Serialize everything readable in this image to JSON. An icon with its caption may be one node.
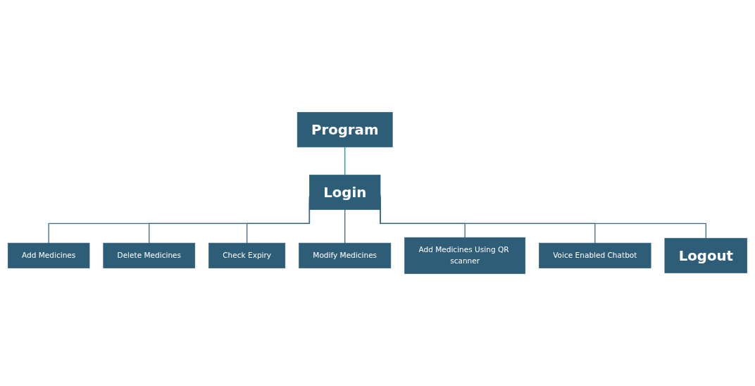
{
  "diagram": {
    "nodes": [
      {
        "text": [
          "Program"
        ]
      },
      {
        "text": [
          "Login"
        ]
      },
      {
        "text": [
          "Add Medicines"
        ]
      },
      {
        "text": [
          "Delete Medicines"
        ]
      },
      {
        "text": [
          "Check Expiry"
        ]
      },
      {
        "text": [
          "Modify Medicines"
        ]
      },
      {
        "text": [
          "Add Medicines Using QR scanner"
        ]
      },
      {
        "text": [
          "Voice Enabled Chatbot"
        ]
      },
      {
        "text": [
          "Logout"
        ]
      }
    ],
    "edges": [
      {
        "from": 0,
        "to": 1,
        "arrow": "none",
        "color": "#1e9aa0"
      },
      {
        "from": 1,
        "to": 2,
        "arrow": "none"
      },
      {
        "from": 1,
        "to": 3,
        "arrow": "none"
      },
      {
        "from": 1,
        "to": 4,
        "arrow": "none"
      },
      {
        "from": 1,
        "to": 5,
        "arrow": "none"
      },
      {
        "from": 1,
        "to": 6,
        "arrow": "none"
      },
      {
        "from": 1,
        "to": 7,
        "arrow": "none"
      },
      {
        "from": 1,
        "to": 8,
        "arrow": "none"
      }
    ]
  }
}
